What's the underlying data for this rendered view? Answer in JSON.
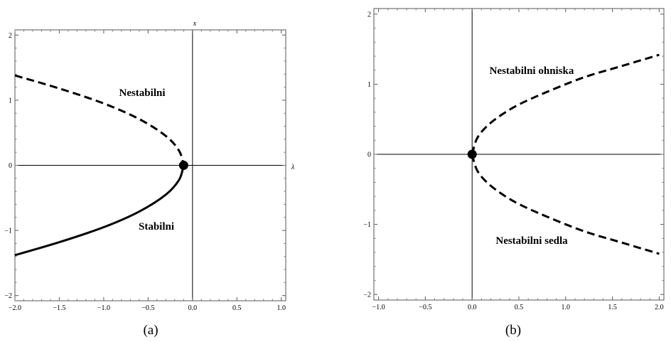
{
  "chart_data": [
    {
      "type": "line",
      "caption": "(a)",
      "xlabel": "λ",
      "ylabel": "x",
      "xlim": [
        -2.0,
        1.05
      ],
      "ylim": [
        -2.08,
        2.08
      ],
      "grid": false,
      "x_ticks": [
        "−2.0",
        "−1.5",
        "−1.0",
        "−0.5",
        "0.0",
        "0.5",
        "1.0"
      ],
      "y_ticks": [
        "−2",
        "−1",
        "0",
        "1",
        "2"
      ],
      "curves": [
        {
          "label": "Nestabilni",
          "style": "dashed",
          "x": [
            -2.0,
            -1.5,
            -1.0,
            -0.6,
            -0.3,
            -0.15,
            -0.1
          ],
          "y": [
            1.38,
            1.18,
            0.95,
            0.71,
            0.45,
            0.22,
            0.0
          ]
        },
        {
          "label": "Stabilni",
          "style": "solid",
          "x": [
            -0.1,
            -0.15,
            -0.3,
            -0.6,
            -1.0,
            -1.5,
            -2.0
          ],
          "y": [
            0.0,
            -0.22,
            -0.45,
            -0.71,
            -0.95,
            -1.18,
            -1.38
          ]
        }
      ],
      "points": [
        {
          "x": -0.1,
          "y": 0.0
        }
      ]
    },
    {
      "type": "line",
      "caption": "(b)",
      "xlabel": "",
      "ylabel": "",
      "xlim": [
        -1.05,
        2.05
      ],
      "ylim": [
        -2.08,
        2.08
      ],
      "grid": false,
      "x_ticks": [
        "−1.0",
        "−0.5",
        "0.0",
        "0.5",
        "1.0",
        "1.5",
        "2.0"
      ],
      "y_ticks": [
        "−2",
        "−1",
        "0",
        "1",
        "2"
      ],
      "curves": [
        {
          "label": "Nestabilni ohniska",
          "style": "dashed",
          "x": [
            0.0,
            0.05,
            0.15,
            0.3,
            0.5,
            0.8,
            1.2,
            1.6,
            2.0
          ],
          "y": [
            0.0,
            0.22,
            0.39,
            0.55,
            0.71,
            0.89,
            1.1,
            1.26,
            1.42
          ]
        },
        {
          "label": "Nestabilni sedla",
          "style": "dashed",
          "x": [
            0.0,
            0.05,
            0.15,
            0.3,
            0.5,
            0.8,
            1.2,
            1.6,
            2.0
          ],
          "y": [
            0.0,
            -0.22,
            -0.39,
            -0.55,
            -0.71,
            -0.89,
            -1.1,
            -1.26,
            -1.42
          ]
        }
      ],
      "points": [
        {
          "x": 0.0,
          "y": 0.0
        }
      ]
    }
  ]
}
